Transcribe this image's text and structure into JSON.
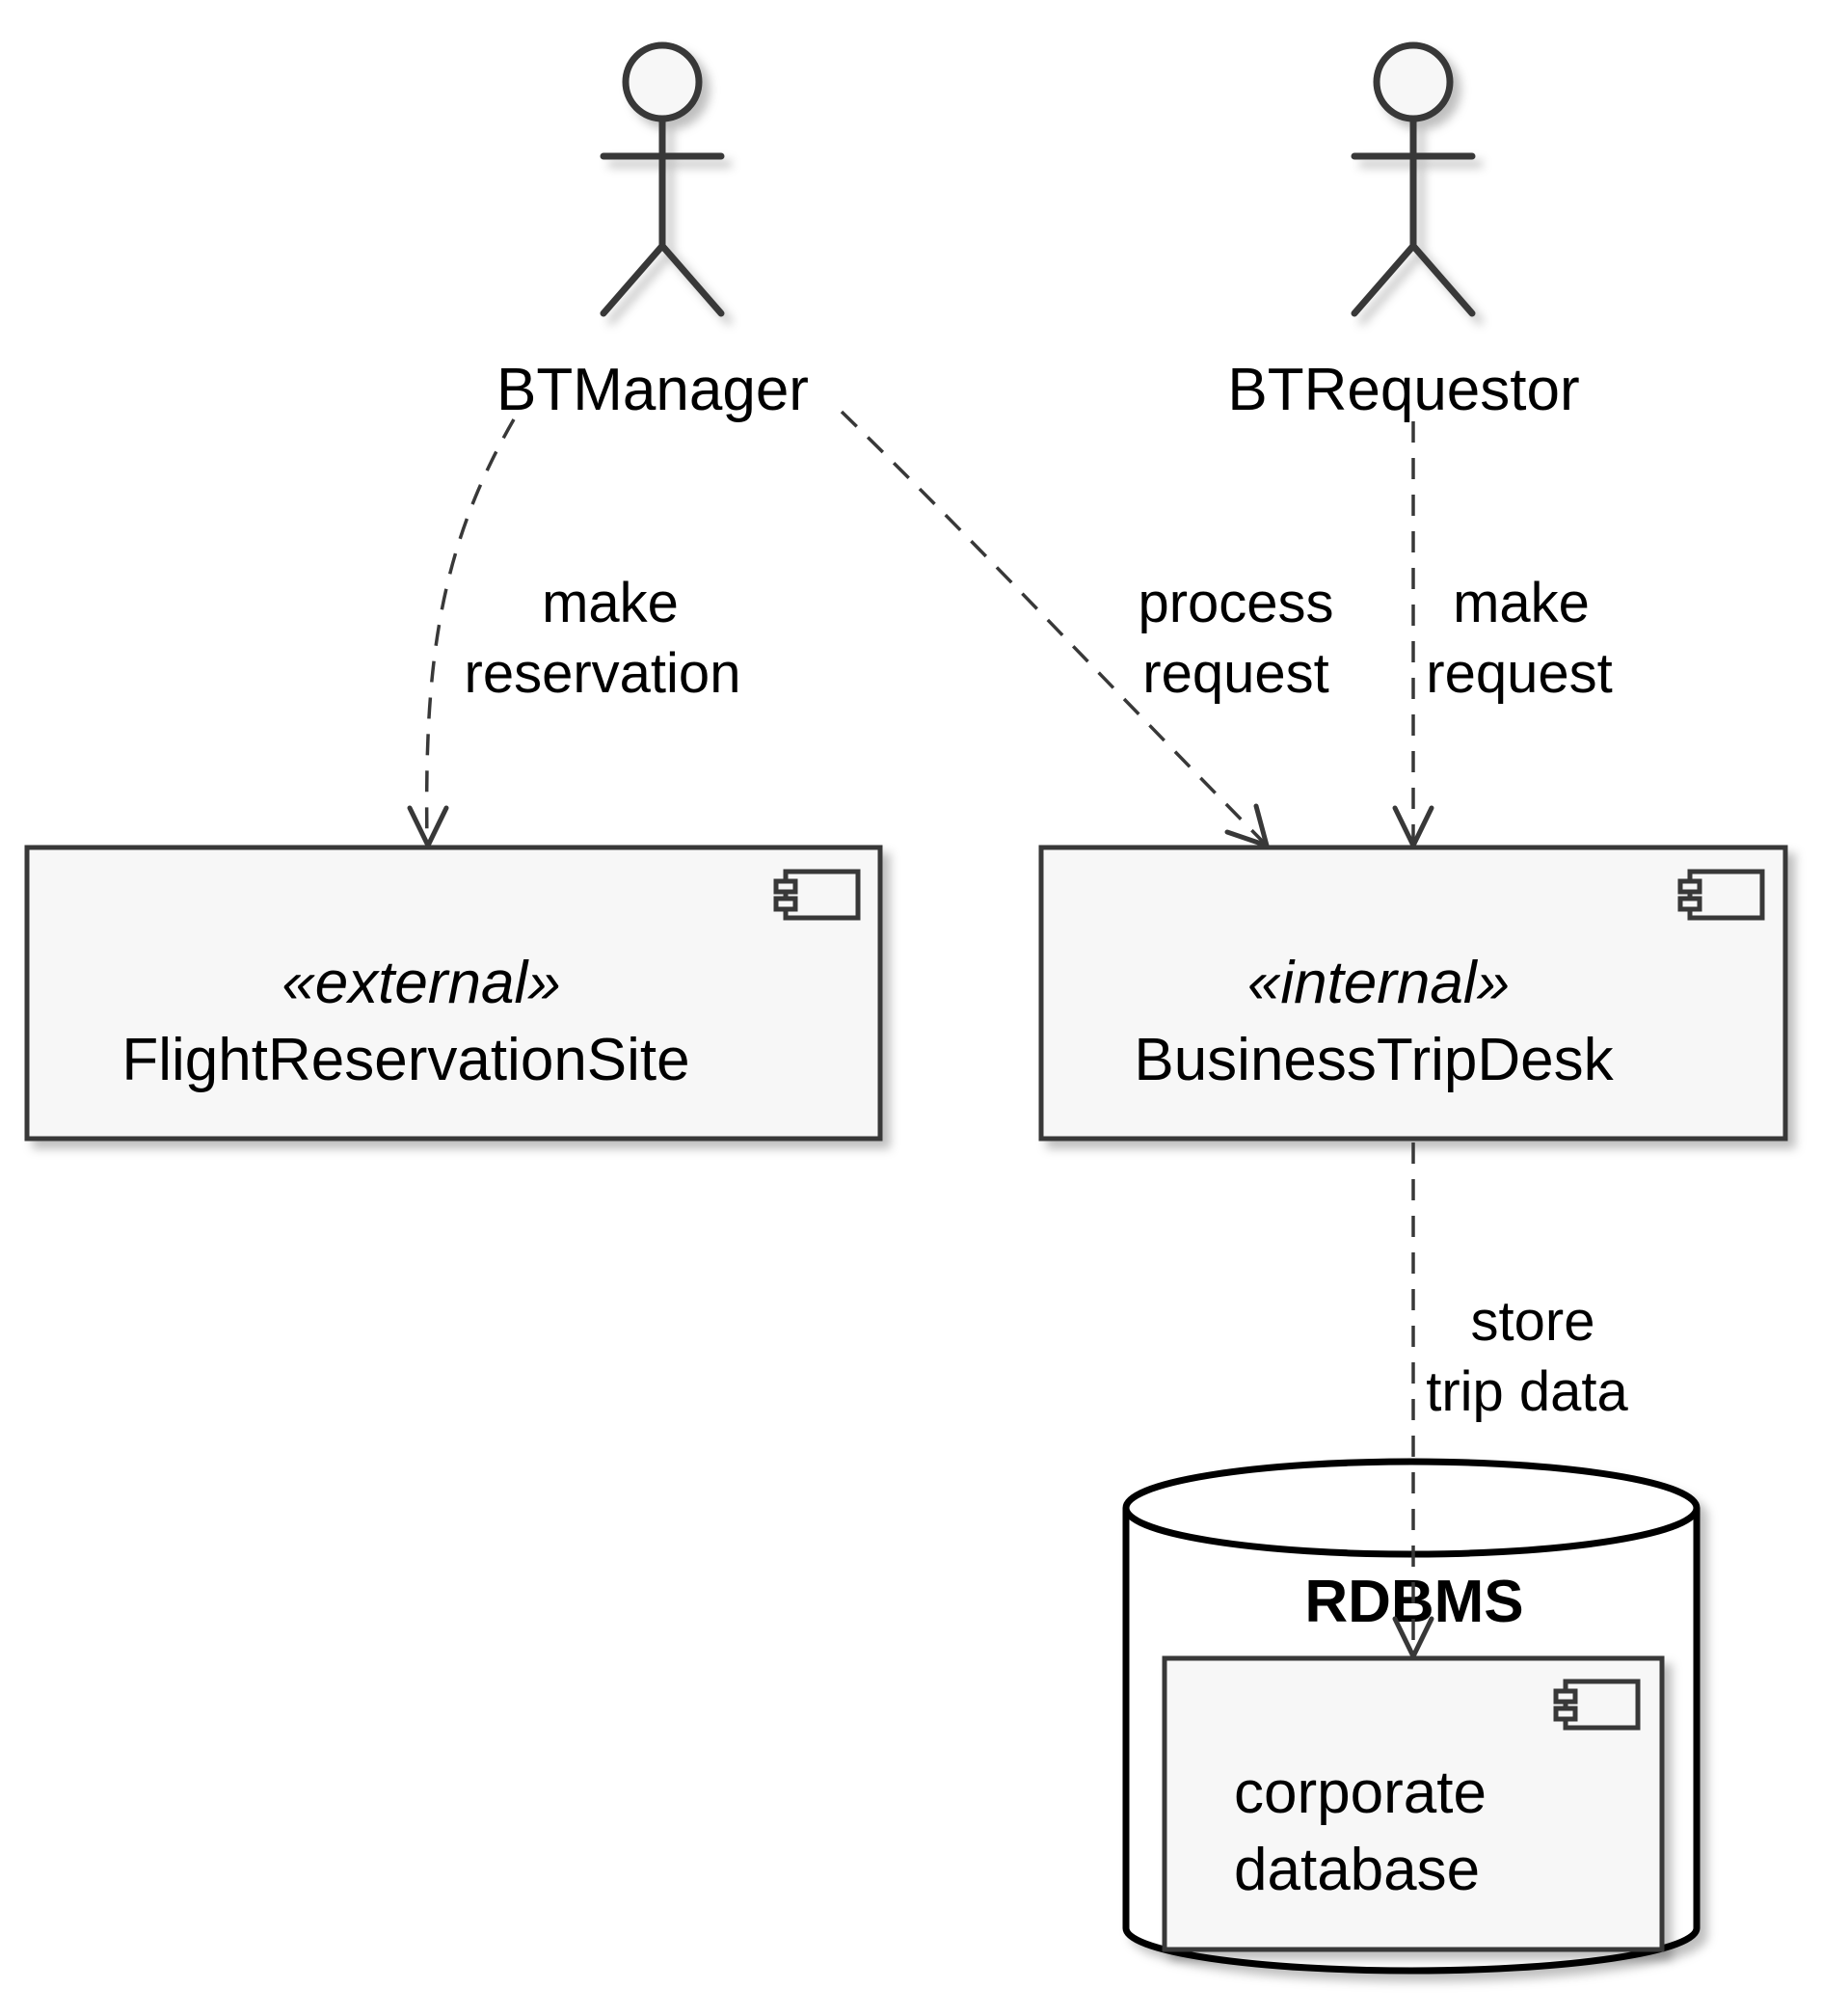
{
  "actors": {
    "manager": {
      "label": "BTManager"
    },
    "requestor": {
      "label": "BTRequestor"
    }
  },
  "components": {
    "flight": {
      "stereotype": "«external»",
      "name": "FlightReservationSite"
    },
    "desk": {
      "stereotype": "«internal»",
      "name": "BusinessTripDesk"
    },
    "corpdb": {
      "name_line1": "corporate",
      "name_line2": "database"
    }
  },
  "database": {
    "title": "RDBMS"
  },
  "edges": {
    "make_reservation": {
      "line1": "make",
      "line2": "reservation"
    },
    "process_request": {
      "line1": "process",
      "line2": "request"
    },
    "make_request": {
      "line1": "make",
      "line2": "request"
    },
    "store_trip_data": {
      "line1": "store",
      "line2": "trip data"
    }
  },
  "colors": {
    "stroke": "#383838",
    "fill": "#f7f7f7",
    "background": "#ffffff"
  }
}
